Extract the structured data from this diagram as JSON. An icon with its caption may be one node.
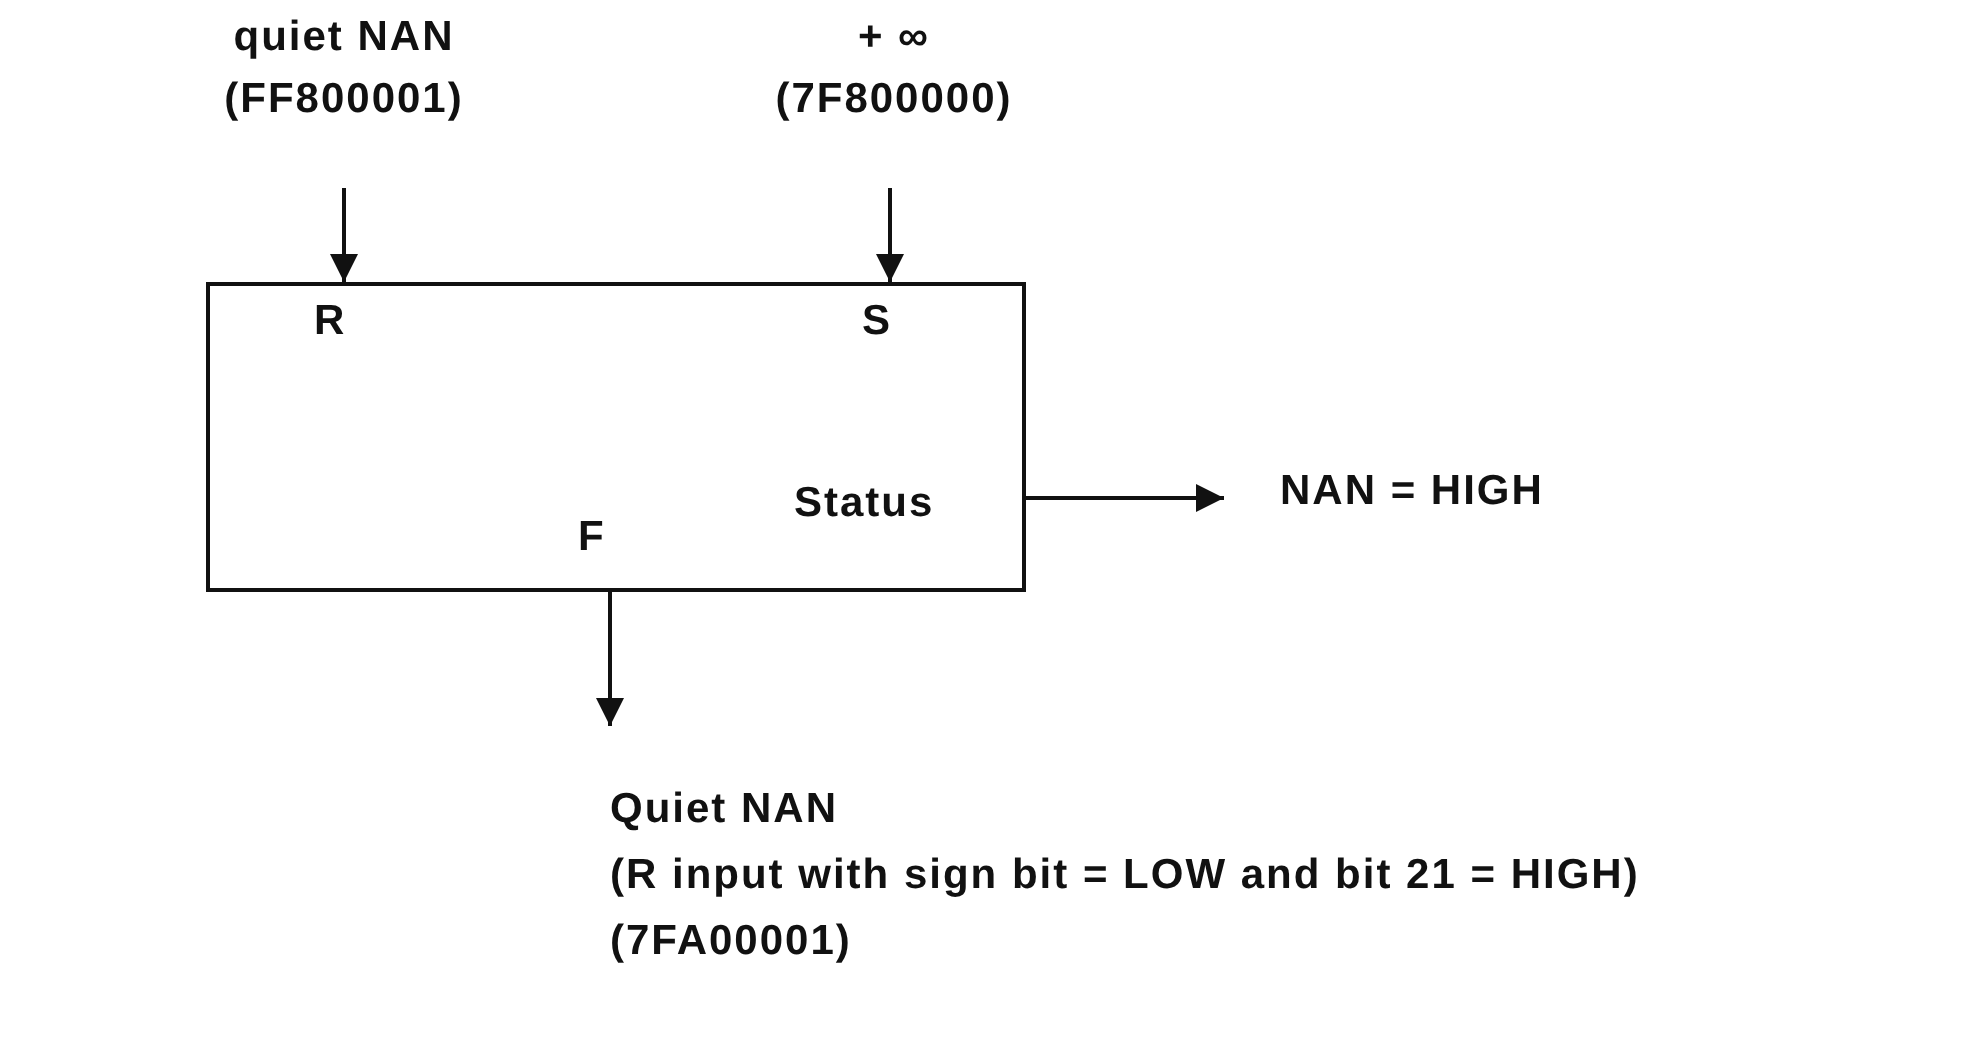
{
  "diagram": {
    "nodes": [
      {
        "text": [
          "quiet NAN",
          "(FF800001)"
        ]
      },
      {
        "text": [
          "+ ∞",
          "(7F800000)"
        ]
      },
      {
        "text": [
          "R",
          "S",
          "Status",
          "F"
        ]
      },
      {
        "text": [
          "NAN = HIGH"
        ]
      },
      {
        "text": [
          "Quiet NAN",
          "(R input with sign bit = LOW and bit 21 = HIGH)",
          "(7FA00001)"
        ]
      }
    ],
    "edges": [
      {
        "from": 0,
        "to": 2,
        "arrow": "to"
      },
      {
        "from": 1,
        "to": 2,
        "arrow": "to"
      },
      {
        "from": 2,
        "to": 3,
        "arrow": "to"
      },
      {
        "from": 2,
        "to": 4,
        "arrow": "to"
      }
    ]
  }
}
